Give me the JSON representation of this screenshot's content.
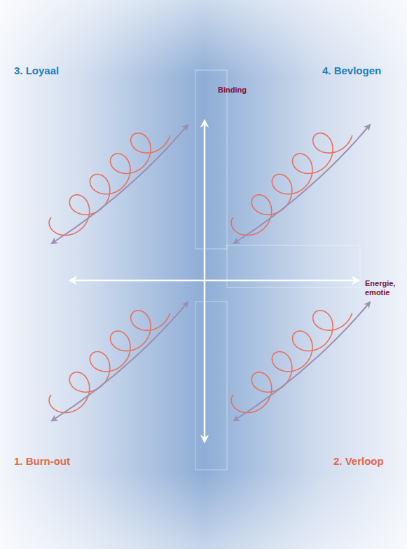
{
  "diagram": {
    "labels": [
      "3. Loyaal",
      "Binding",
      "4. Bevlogen",
      "Energie, emotie",
      "1. Burn-out",
      "2. Verloop"
    ]
  }
}
